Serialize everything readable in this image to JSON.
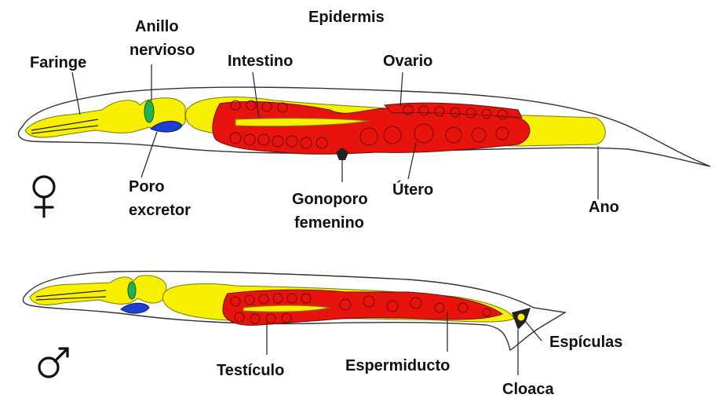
{
  "female": {
    "labels": {
      "epidermis": "Epidermis",
      "faringe": "Faringe",
      "anillo_1": "Anillo",
      "anillo_2": "nervioso",
      "intestino": "Intestino",
      "ovario": "Ovario",
      "poro_1": "Poro",
      "poro_2": "excretor",
      "gonoporo_1": "Gonoporo",
      "gonoporo_2": "femenino",
      "utero": "Útero",
      "ano": "Ano"
    },
    "symbol": "♀"
  },
  "male": {
    "labels": {
      "testiculo": "Testículo",
      "espermiducto": "Espermiducto",
      "espiculas": "Espículas",
      "cloaca": "Cloaca"
    },
    "symbol": "♂"
  },
  "colors": {
    "digestive": "#f7f000",
    "reproductive": "#e8130c",
    "nerve_ring": "#22b24c",
    "excretory": "#1f3fd0"
  }
}
